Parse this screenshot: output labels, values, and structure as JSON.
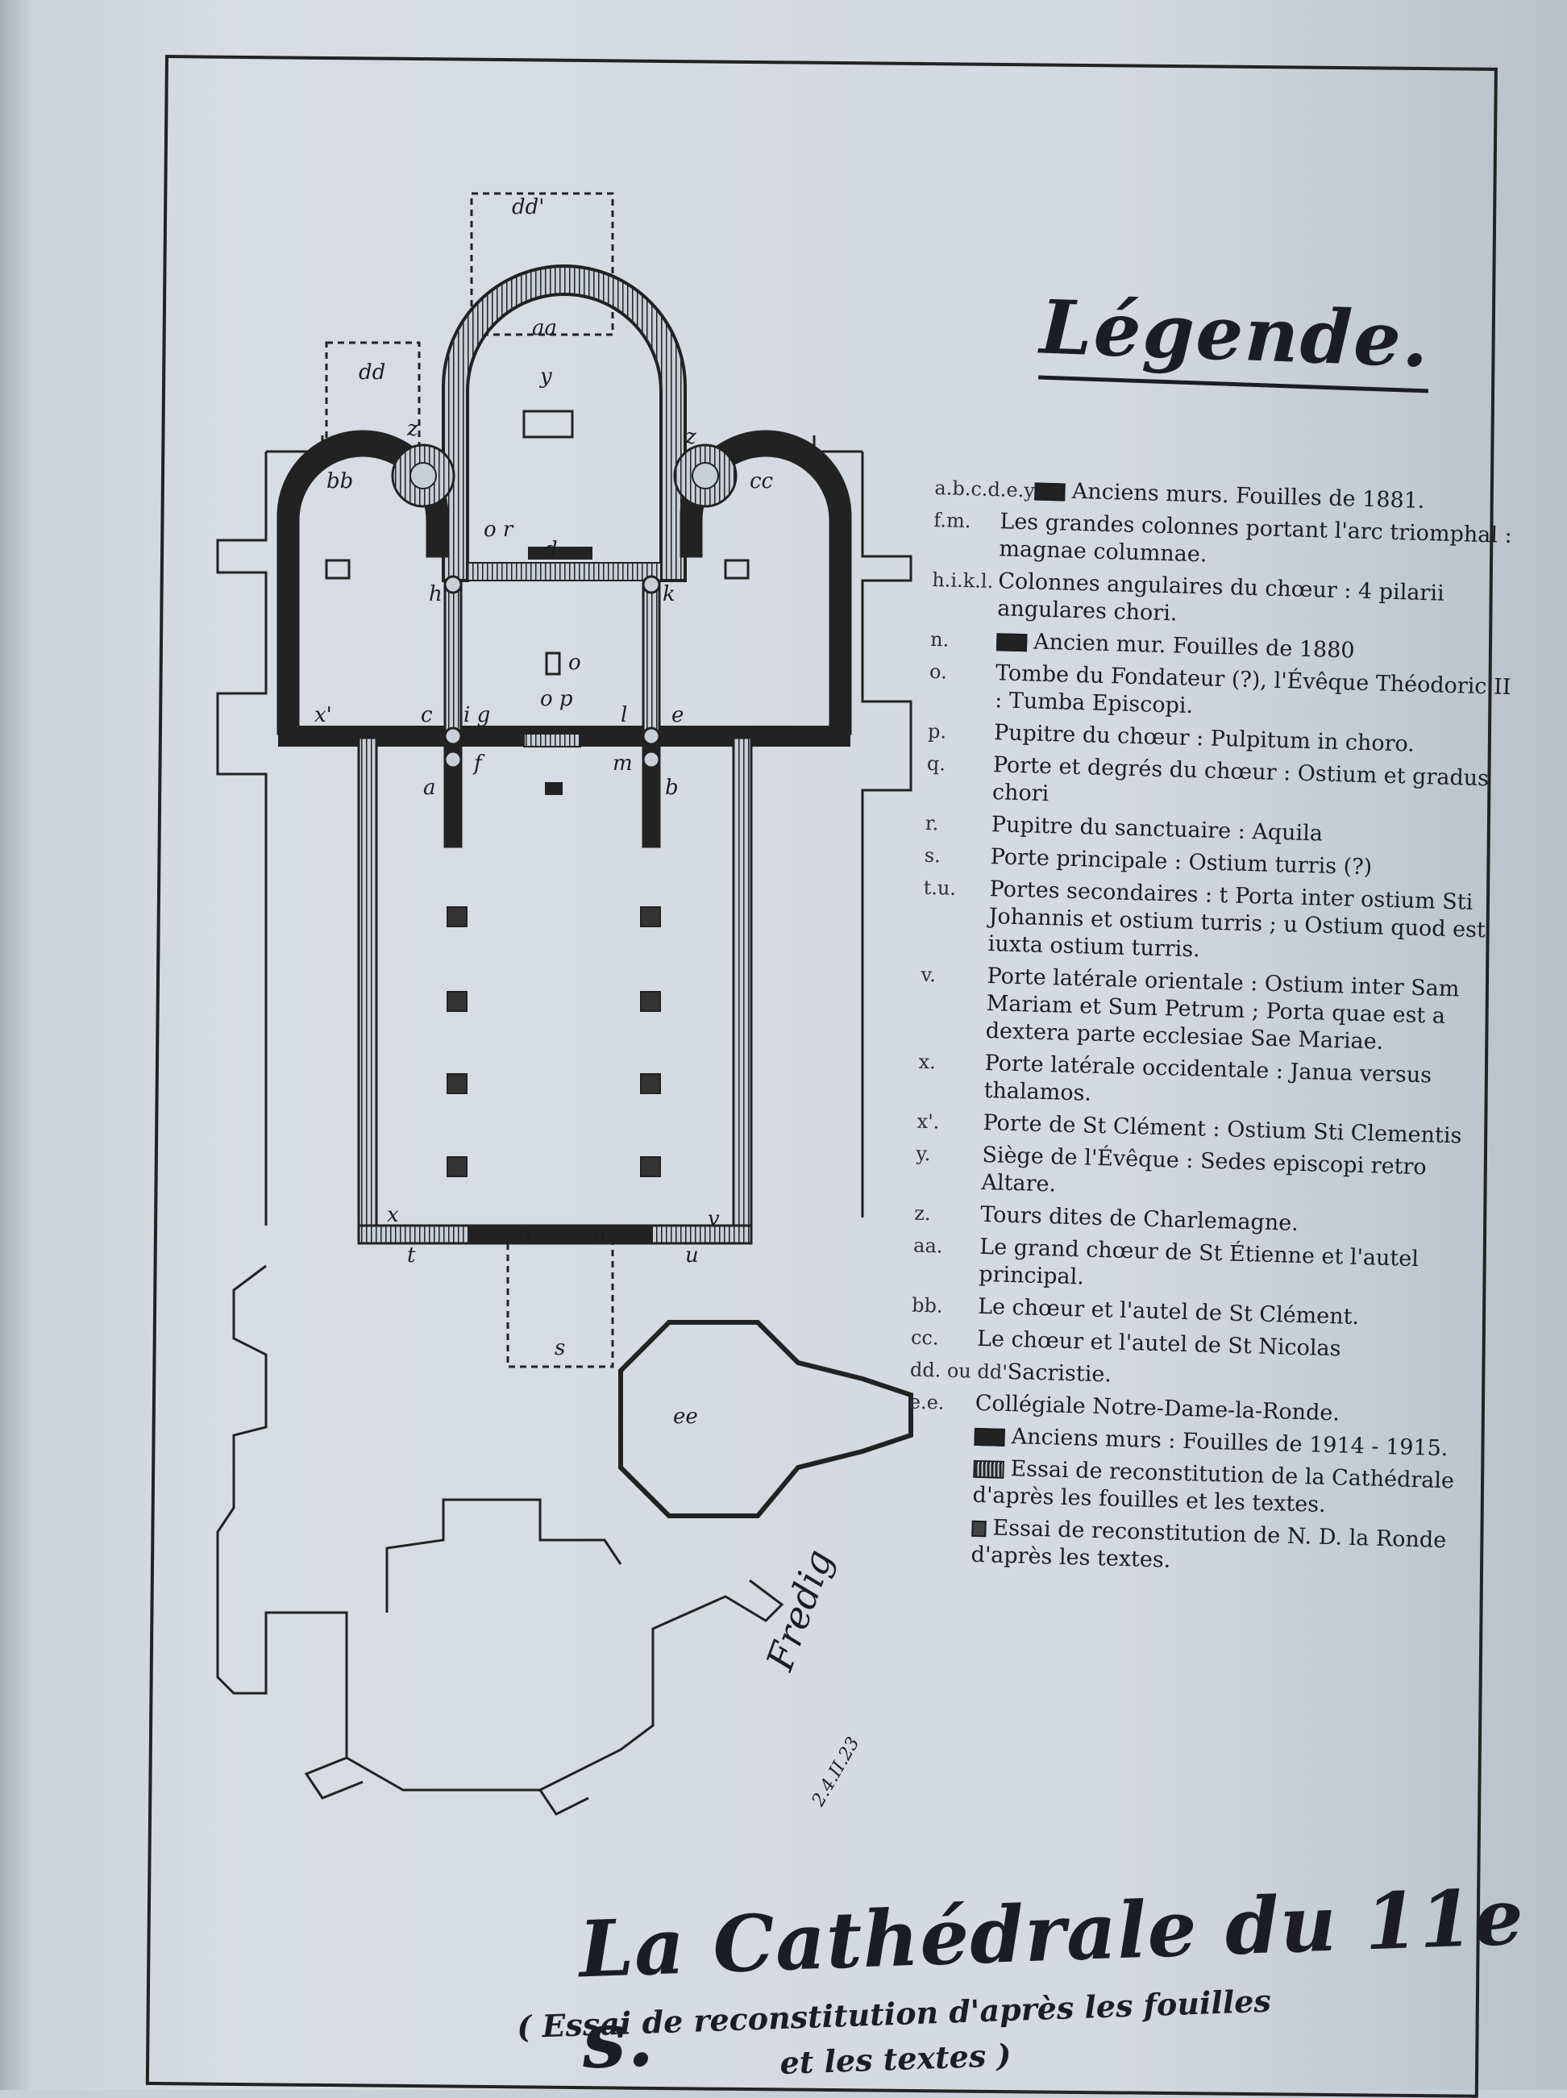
{
  "legend": {
    "heading": "Légende.",
    "items": [
      {
        "key": "a.b.c.d.e.y",
        "swatch": "dark",
        "text": "Anciens murs. Fouilles de 1881."
      },
      {
        "key": "f.m.",
        "swatch": "",
        "text": "Les grandes colonnes portant l'arc triomphal : magnae columnae."
      },
      {
        "key": "h.i.k.l.",
        "swatch": "",
        "text": "Colonnes angulaires du chœur : 4 pilarii angulares chori."
      },
      {
        "key": "n.",
        "swatch": "dark",
        "text": "Ancien mur. Fouilles de 1880"
      },
      {
        "key": "o.",
        "swatch": "",
        "text": "Tombe du Fondateur (?), l'Évêque Théodoric II : Tumba Episcopi."
      },
      {
        "key": "p.",
        "swatch": "",
        "text": "Pupitre du chœur : Pulpitum in choro."
      },
      {
        "key": "q.",
        "swatch": "",
        "text": "Porte et degrés du chœur : Ostium et gradus chori"
      },
      {
        "key": "r.",
        "swatch": "",
        "text": "Pupitre du sanctuaire : Aquila"
      },
      {
        "key": "s.",
        "swatch": "",
        "text": "Porte principale : Ostium turris (?)"
      },
      {
        "key": "t.u.",
        "swatch": "",
        "text": "Portes secondaires : t Porta inter ostium Sti Johannis et ostium turris ; u Ostium quod est iuxta ostium turris."
      },
      {
        "key": "v.",
        "swatch": "",
        "text": "Porte latérale orientale : Ostium inter Sam Mariam et Sum Petrum ; Porta quae est a dextera parte ecclesiae Sae Mariae."
      },
      {
        "key": "x.",
        "swatch": "",
        "text": "Porte latérale occidentale : Janua versus thalamos."
      },
      {
        "key": "x'.",
        "swatch": "",
        "text": "Porte de St Clément : Ostium Sti Clementis"
      },
      {
        "key": "y.",
        "swatch": "",
        "text": "Siège de l'Évêque : Sedes episcopi retro Altare."
      },
      {
        "key": "z.",
        "swatch": "",
        "text": "Tours dites de Charlemagne."
      },
      {
        "key": "aa.",
        "swatch": "",
        "text": "Le grand chœur de St Étienne et l'autel principal."
      },
      {
        "key": "bb.",
        "swatch": "",
        "text": "Le chœur et l'autel de St Clément."
      },
      {
        "key": "cc.",
        "swatch": "",
        "text": "Le chœur et l'autel de St Nicolas"
      },
      {
        "key": "dd. ou dd'",
        "swatch": "",
        "text": "Sacristie."
      },
      {
        "key": "e.e.",
        "swatch": "",
        "text": "Collégiale Notre-Dame-la-Ronde."
      },
      {
        "key": "",
        "swatch": "dark",
        "text": "Anciens murs : Fouilles de 1914 - 1915."
      },
      {
        "key": "",
        "swatch": "hatch",
        "text": "Essai de reconstitution de la Cathédrale d'après les fouilles et les textes."
      },
      {
        "key": "",
        "swatch": "small",
        "text": "Essai de reconstitution de N. D. la Ronde d'après les textes."
      }
    ]
  },
  "plan": {
    "labels": {
      "dd1": "dd'",
      "dd": "dd",
      "aa": "aa",
      "y": "y",
      "z1": "z",
      "z2": "z",
      "bb": "bb",
      "cc": "cc",
      "or": "o r",
      "d": "d",
      "h": "h",
      "k": "k",
      "o": "o",
      "op": "o p",
      "x1": "x'",
      "c": "c",
      "ig": "i g",
      "f": "f",
      "l": "l",
      "e": "e",
      "m": "m",
      "a": "a",
      "b": "b",
      "x": "x",
      "v": "v",
      "t": "t",
      "n1": "n",
      "n2": "n",
      "u": "u",
      "s": "s",
      "ee": "ee"
    }
  },
  "signature": {
    "name": "Fredig",
    "date": "2.4.II.23"
  },
  "title": {
    "main": "La Cathédrale du 11e s.",
    "sub": "( Essai de reconstitution d'après les fouilles et les textes )"
  }
}
